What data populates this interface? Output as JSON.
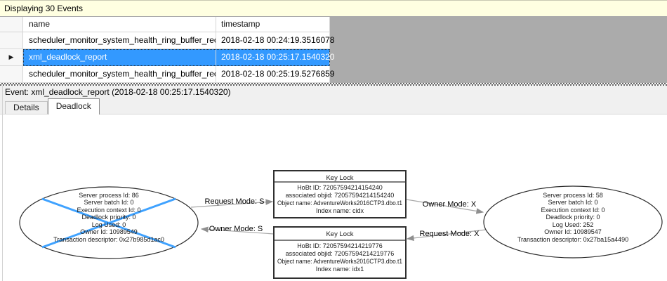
{
  "window": {
    "title_bar": "Displaying 30 Events"
  },
  "grid": {
    "columns": [
      "name",
      "timestamp"
    ],
    "selected_marker": "▶",
    "rows": [
      {
        "name": "scheduler_monitor_system_health_ring_buffer_recorded",
        "timestamp": "2018-02-18 00:24:19.3516078",
        "selected": false
      },
      {
        "name": "xml_deadlock_report",
        "timestamp": "2018-02-18 00:25:17.1540320",
        "selected": true
      },
      {
        "name": "scheduler_monitor_system_health_ring_buffer_recorded",
        "timestamp": "2018-02-18 00:25:19.5276859",
        "selected": false
      }
    ]
  },
  "event_bar": {
    "text": "Event: xml_deadlock_report (2018-02-18 00:25:17.1540320)"
  },
  "tabs": {
    "items": [
      {
        "label": "Details"
      },
      {
        "label": "Deadlock"
      }
    ],
    "active": "Deadlock"
  },
  "deadlock_graph": {
    "processes": [
      {
        "id": "process-86",
        "victim": true,
        "lines": [
          "Server process Id: 86",
          "Server batch Id: 0",
          "Execution context Id: 0",
          "Deadlock priority: 0",
          "Log Used: 0",
          "Owner Id: 10989549",
          "Transaction descriptor: 0x27b985d1ac0"
        ]
      },
      {
        "id": "process-58",
        "victim": false,
        "lines": [
          "Server process Id: 58",
          "Server batch Id: 0",
          "Execution context Id: 0",
          "Deadlock priority: 0",
          "Log Used: 252",
          "Owner Id: 10989547",
          "Transaction descriptor: 0x27ba15a4490"
        ]
      }
    ],
    "resources": [
      {
        "id": "keylock-cidx",
        "title": "Key Lock",
        "lines": [
          "HoBt ID: 72057594214154240",
          "associated objid: 72057594214154240",
          "Object name: AdventureWorks2016CTP3.dbo.t1",
          "Index name: cidx"
        ]
      },
      {
        "id": "keylock-idx1",
        "title": "Key Lock",
        "lines": [
          "HoBt ID: 72057594214219776",
          "associated objid: 72057594214219776",
          "Object name: AdventureWorks2016CTP3.dbo.t1",
          "Index name: idx1"
        ]
      }
    ],
    "edges": [
      {
        "label": "Request Mode: S",
        "from": "process-86",
        "to": "keylock-cidx"
      },
      {
        "label": "Owner Mode: X",
        "from": "keylock-cidx",
        "to": "process-58"
      },
      {
        "label": "Owner Mode: S",
        "from": "keylock-idx1",
        "to": "process-86"
      },
      {
        "label": "Request Mode: X",
        "from": "process-58",
        "to": "keylock-idx1"
      }
    ]
  },
  "colors": {
    "info_bar_bg": "#FFFFE1",
    "selection_bg": "#3399FF",
    "selection_text": "#FFFFFF",
    "victim_cross": "#3FA2FF",
    "grid_empty_bg": "#ABABAB",
    "panel_bg": "#F0F0F0"
  }
}
